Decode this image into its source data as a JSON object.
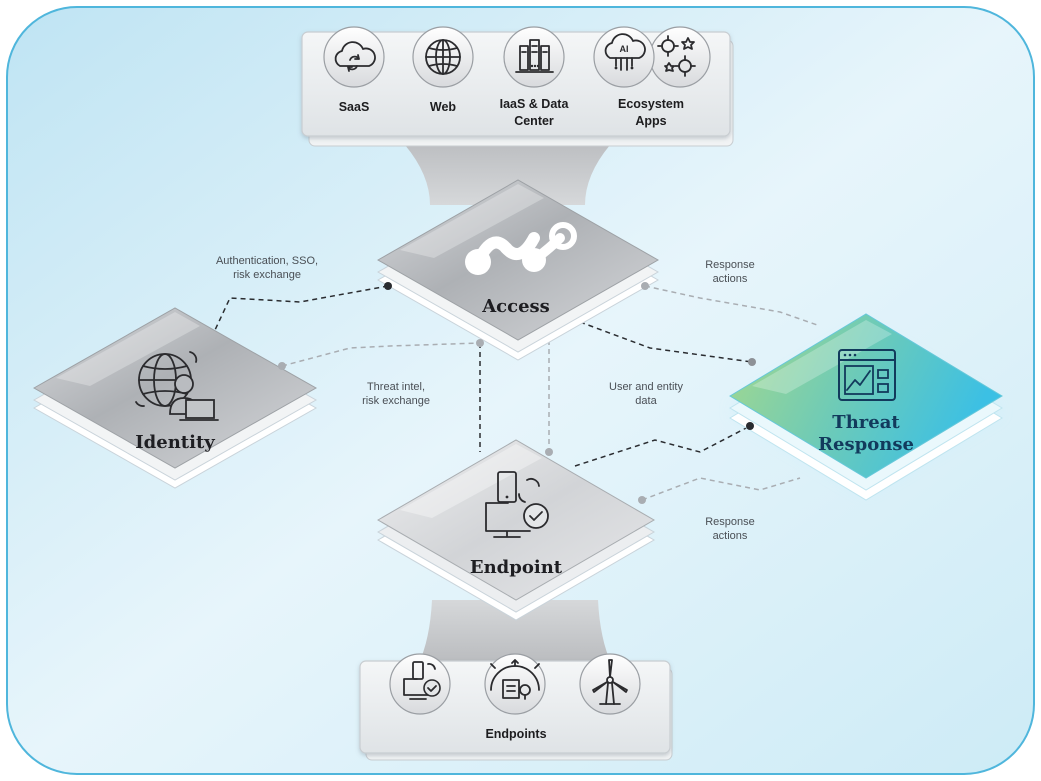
{
  "capabilities": [
    {
      "label_line1": "SaaS",
      "label_line2": "",
      "icon": "cloud-sync-icon"
    },
    {
      "label_line1": "Web",
      "label_line2": "",
      "icon": "globe-icon"
    },
    {
      "label_line1": "IaaS & Data",
      "label_line2": "Center",
      "icon": "server-rack-icon"
    },
    {
      "label_line1": "Ecosystem",
      "label_line2": "Apps",
      "icon": "ai-gears-icon",
      "badge": "AI"
    }
  ],
  "nodes": {
    "access": {
      "title": "Access",
      "icon": "access-nodes-icon"
    },
    "identity": {
      "title": "Identity",
      "icon": "identity-globe-user-icon"
    },
    "endpoint": {
      "title": "Endpoint",
      "icon": "endpoint-devices-icon"
    },
    "threat_response": {
      "title_line1": "Threat",
      "title_line2": "Response",
      "icon": "threat-window-chart-icon"
    }
  },
  "edge_labels": {
    "auth": {
      "line1": "Authentication, SSO,",
      "line2": "risk exchange"
    },
    "response_top": {
      "line1": "Response",
      "line2": "actions"
    },
    "threat_intel": {
      "line1": "Threat intel,",
      "line2": "risk exchange"
    },
    "user_entity": {
      "line1": "User and entity",
      "line2": "data"
    },
    "response_bottom": {
      "line1": "Response",
      "line2": "actions"
    }
  },
  "endpoints": {
    "label": "Endpoints",
    "icons": [
      "device-check-icon",
      "building-signal-icon",
      "wind-turbine-icon"
    ]
  },
  "colors": {
    "background": "#d3ecf7",
    "border": "#4fb6dc",
    "threat_gradient_start": "#9fd68c",
    "threat_gradient_end": "#3ec3e6"
  }
}
